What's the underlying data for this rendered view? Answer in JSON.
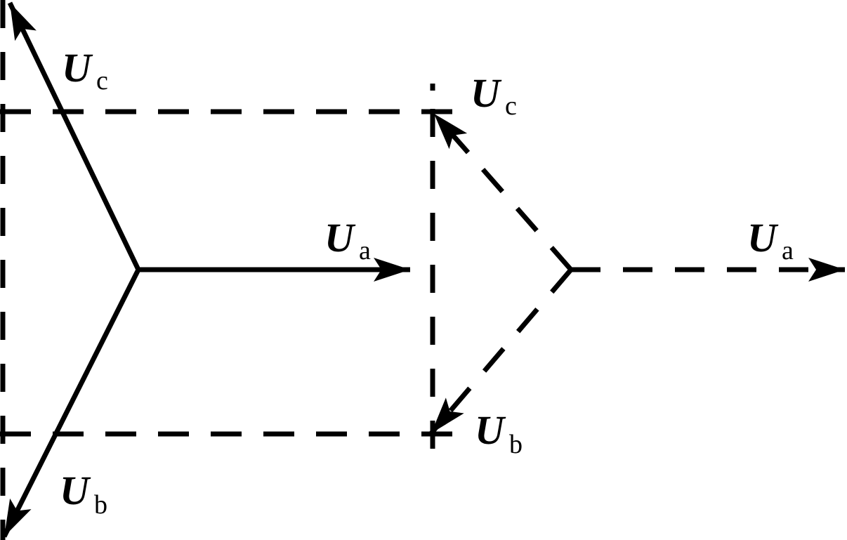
{
  "page": {
    "background_color": "#ffffff",
    "line_color": "#000000"
  },
  "diagram": {
    "type": "three-phase-voltage-phasor-diagram",
    "left_group": {
      "stroke_style": "solid",
      "phasors": [
        "Ua",
        "Ub",
        "Uc"
      ]
    },
    "right_group": {
      "stroke_style": "dashed",
      "phasors": [
        "Ua",
        "Ub",
        "Uc"
      ]
    }
  },
  "labels": {
    "left_uc": {
      "main": "U",
      "sub": "c"
    },
    "left_ub": {
      "main": "U",
      "sub": "b"
    },
    "left_ua": {
      "main": "U",
      "sub": "a"
    },
    "right_uc": {
      "main": "U",
      "sub": "c"
    },
    "right_ub": {
      "main": "U",
      "sub": "b"
    },
    "right_ua": {
      "main": "U",
      "sub": "a"
    }
  }
}
